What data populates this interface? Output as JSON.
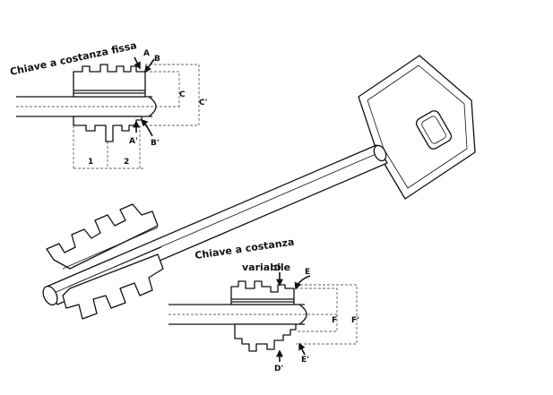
{
  "title_fixed": "Chiave a costanza fissa",
  "title_variable_line1": "Chiave a costanza",
  "title_variable_line2": "variabile",
  "labels": {
    "A": "A",
    "B": "B",
    "A_prime": "A'",
    "B_prime": "B'",
    "C": "C",
    "C_prime": "C'",
    "one": "1",
    "two": "2",
    "D": "D",
    "E": "E",
    "D_prime": "D'",
    "E_prime": "E'",
    "F": "F",
    "F_prime": "F'"
  }
}
